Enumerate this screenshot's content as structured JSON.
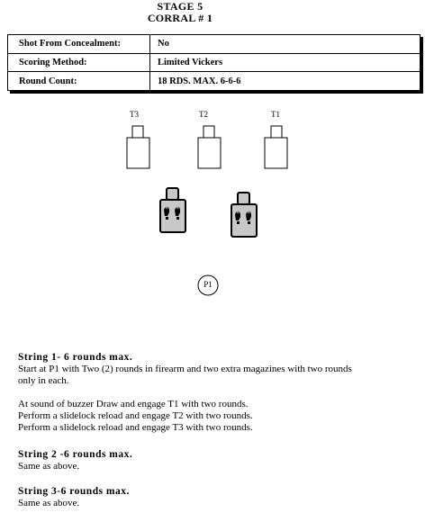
{
  "header": {
    "stage": "STAGE 5",
    "course": "CORRAL # 1"
  },
  "info_table": [
    {
      "label": "Shot From Concealment:",
      "value": "No"
    },
    {
      "label": "Scoring Method:",
      "value": "Limited Vickers"
    },
    {
      "label": "Round Count:",
      "value": "18 RDS.  MAX.  6-6-6"
    }
  ],
  "diagram": {
    "targets": [
      {
        "label": "T3"
      },
      {
        "label": "T2"
      },
      {
        "label": "T1"
      }
    ],
    "no_shoot_count": 2,
    "position_label": "P1",
    "no_shoot_fill": "#c8c8c8"
  },
  "strings": [
    {
      "heading": "String 1- 6 rounds max.",
      "paragraphs": [
        "Start at P1 with Two (2) rounds in firearm and two extra magazines with two rounds",
        "only in each.",
        "",
        "At sound of buzzer  Draw and engage T1 with two rounds.",
        "Perform  a slidelock reload and engage T2 with two rounds.",
        "Perform  a slidelock reload and engage T3 with two rounds."
      ]
    },
    {
      "heading": "String 2 -6 rounds max.",
      "paragraphs": [
        "Same as above."
      ]
    },
    {
      "heading": "String 3-6 rounds max.",
      "paragraphs": [
        "Same as above."
      ]
    }
  ]
}
